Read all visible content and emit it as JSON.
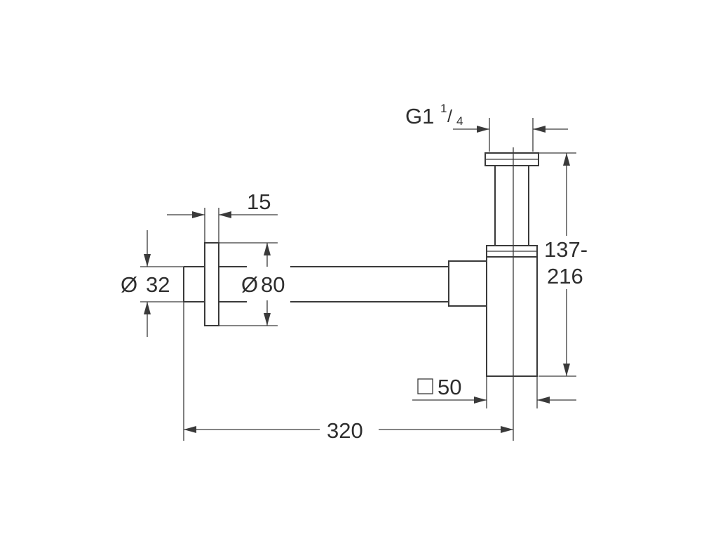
{
  "dimensions": {
    "thread_main": "G1",
    "thread_frac_num": "1",
    "thread_frac_den": "4",
    "flange_thickness": "15",
    "pipe_diameter_symbol": "Ø",
    "pipe_diameter": "32",
    "rosette_diameter_symbol": "Ø",
    "rosette_diameter": "80",
    "height_range_line1": "137-",
    "height_range_line2": "216",
    "body_square": "50",
    "overall_length": "320"
  },
  "colors": {
    "line": "#3a3a3a",
    "text": "#2e2e2e",
    "background": "#ffffff"
  },
  "icons": {
    "square": "square-section-icon"
  }
}
